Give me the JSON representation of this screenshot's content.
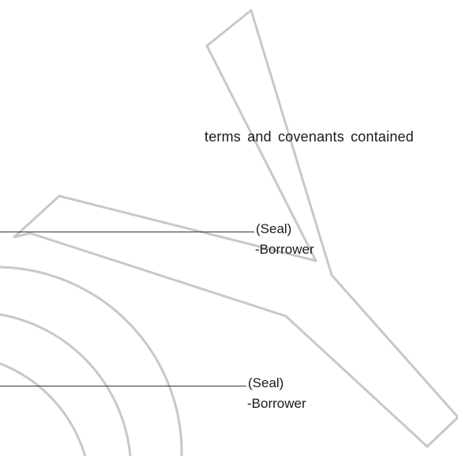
{
  "document": {
    "body_text": "terms and covenants contained",
    "signatures": [
      {
        "seal_label": "(Seal)",
        "role_label": "-Borrower"
      },
      {
        "seal_label": "(Seal)",
        "role_label": "-Borrower"
      }
    ]
  },
  "watermark": {
    "description_icon": "y-shaped-watermark-icon",
    "stroke_color": "#c8c8c8"
  }
}
